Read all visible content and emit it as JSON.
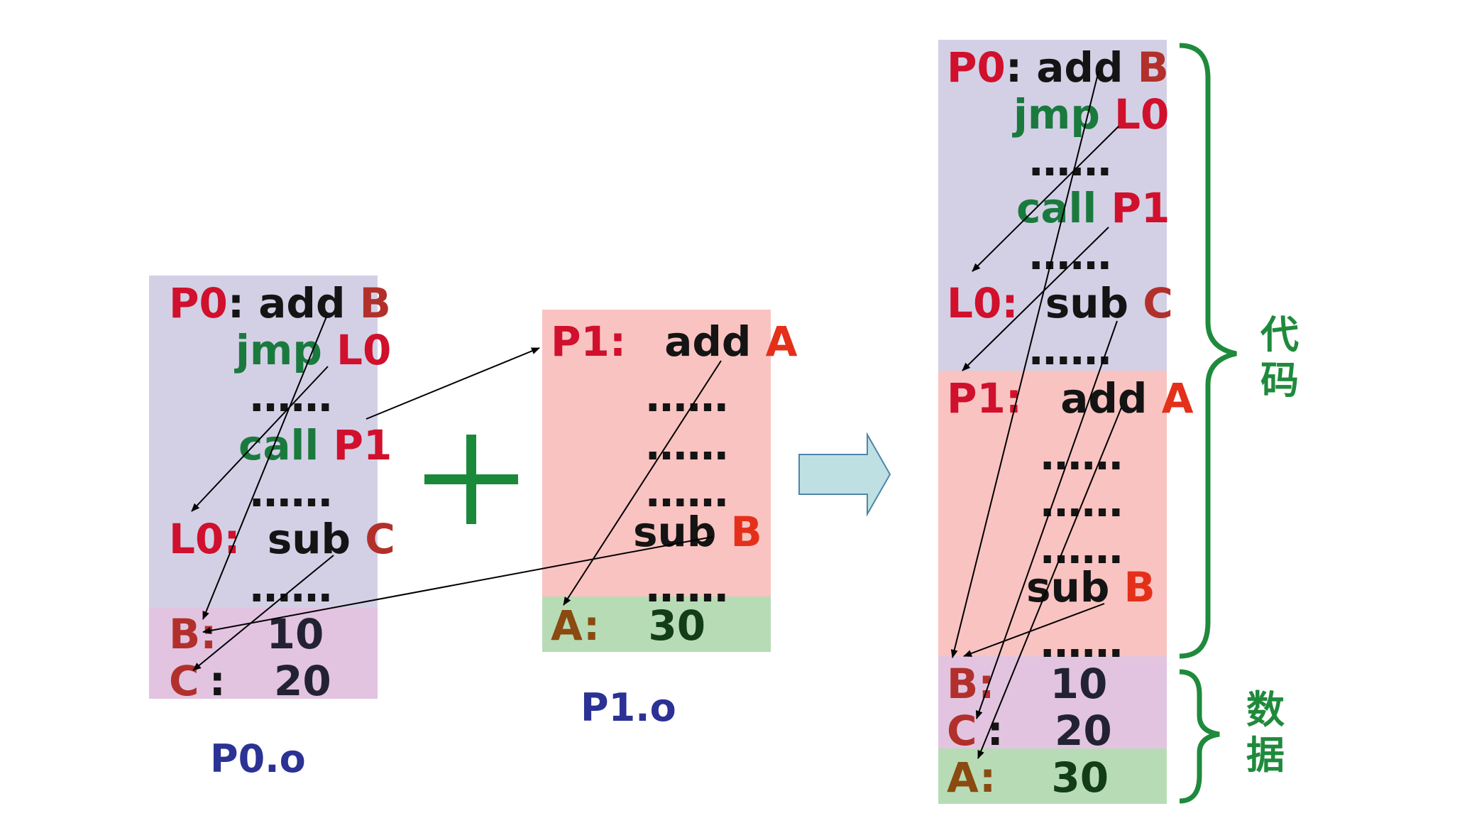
{
  "p0": {
    "label": "P0.o",
    "lines": {
      "l1_label": "P0",
      "l1_colon": ":",
      "l1_op": "add",
      "l1_arg": "B",
      "l2_op": "jmp",
      "l2_arg": "L0",
      "l3": "……",
      "l4_op": "call",
      "l4_arg": "P1",
      "l5": "……",
      "l6_label": "L0:",
      "l6_op": "sub",
      "l6_arg": "C",
      "l7": "……"
    },
    "data": {
      "b_label": "B:",
      "b_value": "10",
      "c_label": "C",
      "c_colon": ":",
      "c_value": "20"
    }
  },
  "p1": {
    "label": "P1.o",
    "lines": {
      "l1_label": "P1:",
      "l1_op": "add",
      "l1_arg": "A",
      "l2": "……",
      "l3": "……",
      "l4": "……",
      "l5_op": "sub",
      "l5_arg": "B",
      "l6": "……"
    },
    "data": {
      "a_label": "A:",
      "a_value": "30"
    }
  },
  "plus_symbol": "+",
  "result": {
    "code": {
      "l1_label": "P0",
      "l1_colon": ":",
      "l1_op": "add",
      "l1_arg": "B",
      "l2_op": "jmp",
      "l2_arg": "L0",
      "l3": "……",
      "l4_op": "call",
      "l4_arg": "P1",
      "l5": "……",
      "l6_label": "L0:",
      "l6_op": "sub",
      "l6_arg": "C",
      "l7": "……",
      "l8_label": "P1:",
      "l8_op": "add",
      "l8_arg": "A",
      "l9": "……",
      "l10": "……",
      "l11": "……",
      "l12_op": "sub",
      "l12_arg": "B",
      "l13": "……"
    },
    "data": {
      "b_label": "B:",
      "b_value": "10",
      "c_label": "C",
      "c_colon": ":",
      "c_value": "20",
      "a_label": "A:",
      "a_value": "30"
    },
    "code_brace_label": "代码",
    "data_brace_label": "数据"
  },
  "colors": {
    "code_bg": "#d3d0e6",
    "p1_bg": "#f9c3c1",
    "data_bg": "#e2c4e1",
    "a_bg": "#b7dcb5",
    "plus": "#1a8a3a",
    "arrow_fill": "#bfe0e3",
    "brace": "#1f8a3c"
  }
}
